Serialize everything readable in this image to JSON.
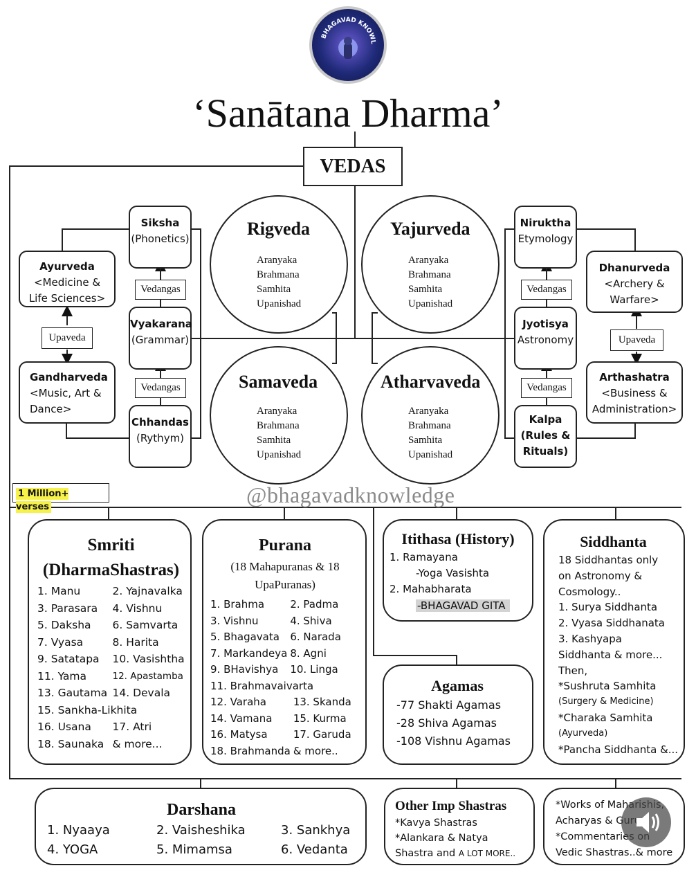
{
  "logo": {
    "text": "BHAGAVAD KNOWLEDGE"
  },
  "title": "‘Sanātana Dharma’",
  "vedas_label": "VEDAS",
  "veda_items": [
    "Aranyaka",
    "Brahmana",
    "Samhita",
    "Upanishad"
  ],
  "vedas": {
    "rig": "Rigveda",
    "yajur": "Yajurveda",
    "sama": "Samaveda",
    "atharva": "Atharvaveda"
  },
  "vedangas_label": "Vedangas",
  "upaveda_label": "Upaveda",
  "left": {
    "siksha": [
      "Siksha",
      "(Phonetics)"
    ],
    "vyakarana": [
      "Vyakarana",
      "(Grammar)"
    ],
    "chhandas": [
      "Chhandas",
      "(Rythym)"
    ],
    "ayurveda": [
      "Ayurveda",
      "<Medicine &",
      "Life Sciences>"
    ],
    "gandharveda": [
      "Gandharveda",
      "<Music, Art &",
      "Dance>"
    ]
  },
  "right": {
    "niruktha": [
      "Niruktha",
      "Etymology"
    ],
    "jyotisya": [
      "Jyotisya",
      "Astronomy"
    ],
    "kalpa": [
      "Kalpa",
      "(Rules &",
      "Rituals)"
    ],
    "dhanurveda": [
      "Dhanurveda",
      "<Archery &",
      "Warfare>"
    ],
    "arthashatra": [
      "Arthashatra",
      "<Business &",
      "Administration>"
    ]
  },
  "verses_badge": "1 Million+ verses",
  "watermark": "@bhagavadknowledge",
  "smriti": {
    "title1": "Smriti",
    "title2": "(DharmaShastras)",
    "items": [
      "1. Manu",
      "2. Yajnavalka",
      "3. Parasara",
      "4. Vishnu",
      "5. Daksha",
      "6. Samvarta",
      "7. Vyasa",
      "8. Harita",
      "9. Satatapa",
      "10. Vasishtha",
      "11. Yama",
      "12. Apastamba",
      "13. Gautama",
      "14. Devala"
    ],
    "wide_item": "15. Sankha-Likhita",
    "tail": [
      "16. Usana",
      "17. Atri",
      "18. Saunaka",
      "& more..."
    ]
  },
  "purana": {
    "title": "Purana",
    "subtitle": "(18 Mahapuranas & 18 UpaPuranas)",
    "items": [
      "1. Brahma",
      "2. Padma",
      "3. Vishnu",
      "4. Shiva",
      "5. Bhagavata",
      "6. Narada",
      "7. Markandeya",
      "8. Agni",
      "9. BHavishya",
      "10. Linga"
    ],
    "wide_item": "11. Brahmavaivarta",
    "tail": [
      "12. Varaha",
      "13. Skanda",
      "14. Vamana",
      "15. Kurma",
      "16. Matysa",
      "17. Garuda",
      "18. Brahmanda",
      "& more.."
    ]
  },
  "itithasa": {
    "title": "Itithasa (History)",
    "lines": [
      "1. Ramayana",
      "-Yoga Vasishta",
      "2. Mahabharata",
      "-BHAGAVAD GITA"
    ]
  },
  "agamas": {
    "title": "Agamas",
    "lines": [
      "-77 Shakti Agamas",
      "-28 Shiva Agamas",
      "-108 Vishnu Agamas"
    ]
  },
  "siddhanta": {
    "title": "Siddhanta",
    "lines": [
      "18 Siddhantas only",
      "on Astronomy &",
      "Cosmology..",
      "1. Surya Siddhanta",
      "2. Vyasa Siddhanata",
      "3. Kashyapa",
      "Siddhanta & more...",
      "Then,",
      "*Sushruta Samhita",
      "(Surgery & Medicine)",
      "*Charaka Samhita",
      "(Ayurveda)",
      "*Pancha Siddhanta &..."
    ]
  },
  "darshana": {
    "title": "Darshana",
    "items": [
      "1. Nyaaya",
      "2. Vaisheshika",
      "3. Sankhya",
      "4. YOGA",
      "5. Mimamsa",
      "6. Vedanta"
    ]
  },
  "other": {
    "title": "Other Imp Shastras",
    "lines": [
      "*Kavya Shastras",
      "*Alankara & Natya",
      "Shastra and",
      "A LOT MORE.."
    ]
  },
  "works": {
    "lines": [
      "*Works of Maharishis,",
      "Acharyas & Gurus",
      "*Commentaries on",
      "Vedic Shastras..& more"
    ]
  },
  "colors": {
    "highlight": "#f7f24a",
    "gita_bg": "#d3d3d3",
    "logo_bg": "#1f2a78"
  }
}
